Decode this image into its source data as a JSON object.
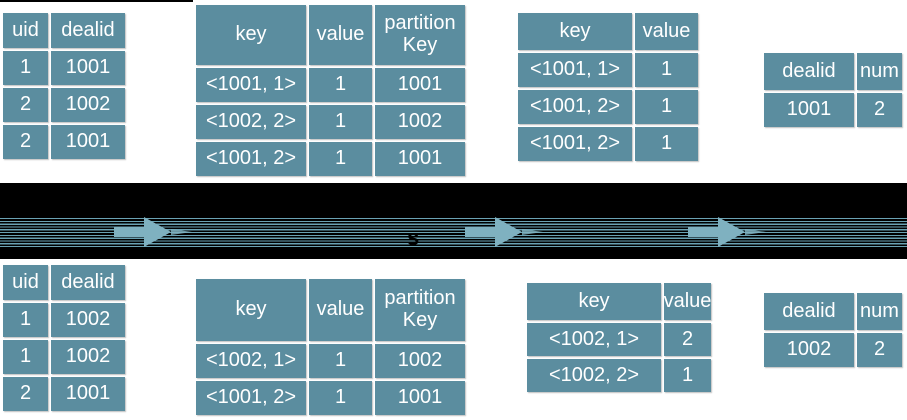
{
  "colors": {
    "cell": "#5b8d9f",
    "band": "#000000",
    "stripe": "#6aa2b3",
    "arrow": "#7fb1c0"
  },
  "band": {
    "label": "s"
  },
  "tables": {
    "t1": {
      "headers": [
        "uid",
        "dealid"
      ],
      "rows": [
        [
          "1",
          "1001"
        ],
        [
          "2",
          "1002"
        ],
        [
          "2",
          "1001"
        ]
      ]
    },
    "t2": {
      "headers": [
        "key",
        "value",
        "partition Key"
      ],
      "rows": [
        [
          "<1001, 1>",
          "1",
          "1001"
        ],
        [
          "<1002, 2>",
          "1",
          "1002"
        ],
        [
          "<1001, 2>",
          "1",
          "1001"
        ]
      ]
    },
    "t3": {
      "headers": [
        "key",
        "value"
      ],
      "rows": [
        [
          "<1001, 1>",
          "1"
        ],
        [
          "<1001, 2>",
          "1"
        ],
        [
          "<1001, 2>",
          "1"
        ]
      ]
    },
    "t4": {
      "headers": [
        "dealid",
        "num"
      ],
      "rows": [
        [
          "1001",
          "2"
        ]
      ]
    },
    "t5": {
      "headers": [
        "uid",
        "dealid"
      ],
      "rows": [
        [
          "1",
          "1002"
        ],
        [
          "1",
          "1002"
        ],
        [
          "2",
          "1001"
        ]
      ]
    },
    "t6": {
      "headers": [
        "key",
        "value",
        "partition Key"
      ],
      "rows": [
        [
          "<1002, 1>",
          "1",
          "1002"
        ],
        [
          "<1001, 2>",
          "1",
          "1001"
        ]
      ]
    },
    "t7": {
      "headers": [
        "key",
        "value"
      ],
      "rows": [
        [
          "<1002, 1>",
          "2"
        ],
        [
          "<1002, 2>",
          "1"
        ]
      ]
    },
    "t8": {
      "headers": [
        "dealid",
        "num"
      ],
      "rows": [
        [
          "1002",
          "2"
        ]
      ]
    }
  }
}
